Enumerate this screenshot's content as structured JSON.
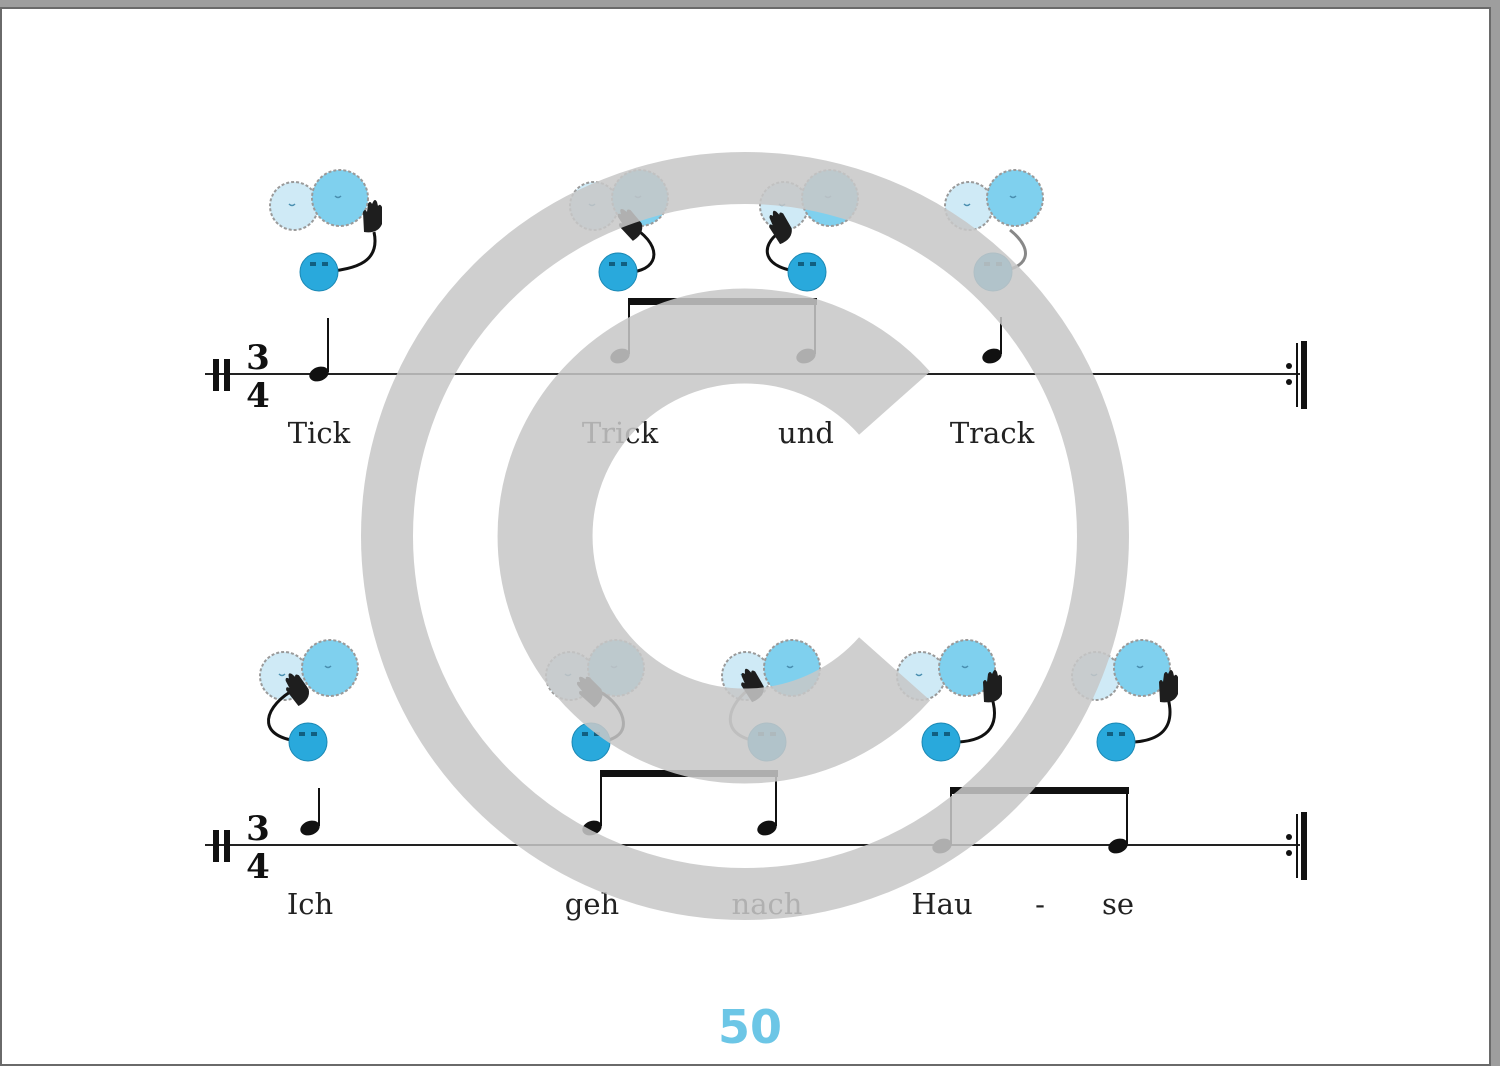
{
  "score": {
    "systems": [
      {
        "time_signature": {
          "top": "3",
          "bottom": "4"
        },
        "lyrics": [
          "Tick",
          "Trick",
          "und",
          "Track"
        ]
      },
      {
        "time_signature": {
          "top": "3",
          "bottom": "4"
        },
        "lyrics": [
          "Ich",
          "geh",
          "nach",
          "Hau",
          "-",
          "se"
        ]
      }
    ]
  },
  "page": {
    "number": "50"
  },
  "colors": {
    "drum_blue": "#29a9dc",
    "drum_light": "#bfe6f5",
    "page_number": "#6cc6e6",
    "watermark": "#c8c8c8"
  }
}
